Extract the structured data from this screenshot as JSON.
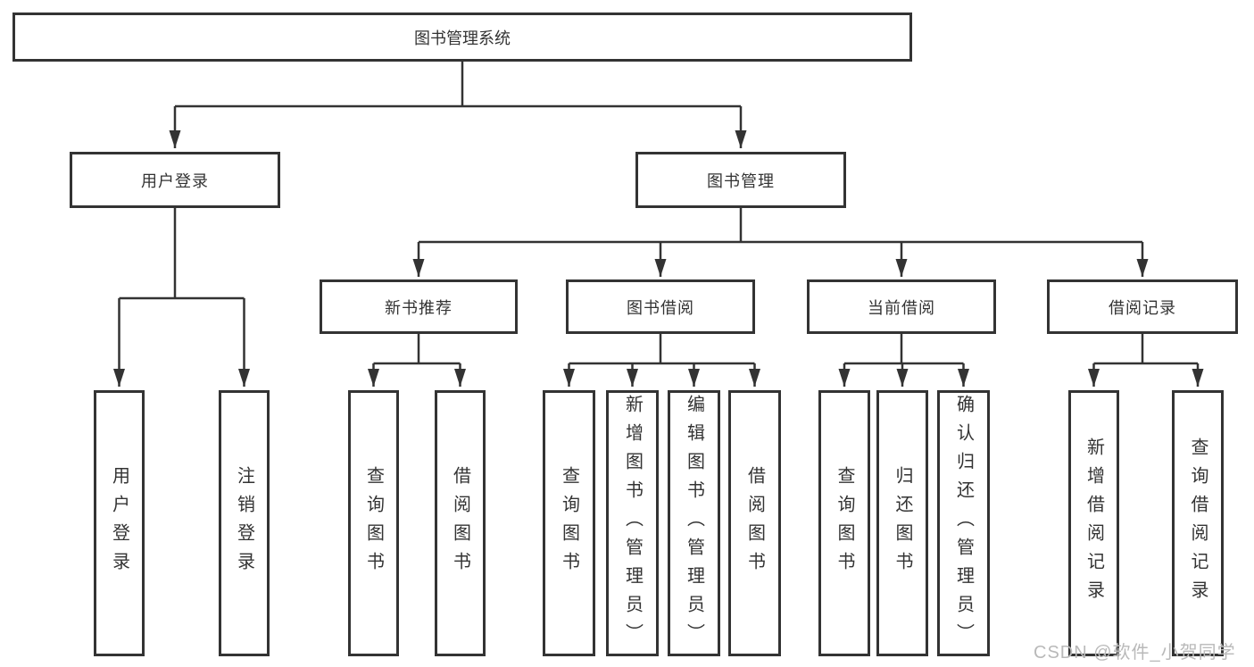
{
  "colors": {
    "line": "#333333",
    "box_border": "#333333",
    "text": "#333333",
    "watermark": "#b9b9b9",
    "background": "#ffffff"
  },
  "watermark": {
    "text": "CSDN @软件_小贺同学"
  },
  "tree": {
    "root": {
      "label": "图书管理系统"
    },
    "level2": [
      {
        "label": "用户登录",
        "children": [
          {
            "label": "用户登录"
          },
          {
            "label": "注销登录"
          }
        ]
      },
      {
        "label": "图书管理",
        "children": [
          {
            "label": "新书推荐",
            "children": [
              {
                "label": "查询图书"
              },
              {
                "label": "借阅图书"
              }
            ]
          },
          {
            "label": "图书借阅",
            "children": [
              {
                "label": "查询图书"
              },
              {
                "label": "新增图书（管理员）"
              },
              {
                "label": "编辑图书（管理员）"
              },
              {
                "label": "借阅图书"
              }
            ]
          },
          {
            "label": "当前借阅",
            "children": [
              {
                "label": "查询图书"
              },
              {
                "label": "归还图书"
              },
              {
                "label": "确认归还（管理员）"
              }
            ]
          },
          {
            "label": "借阅记录",
            "children": [
              {
                "label": "新增借阅记录"
              },
              {
                "label": "查询借阅记录"
              }
            ]
          }
        ]
      }
    ]
  }
}
